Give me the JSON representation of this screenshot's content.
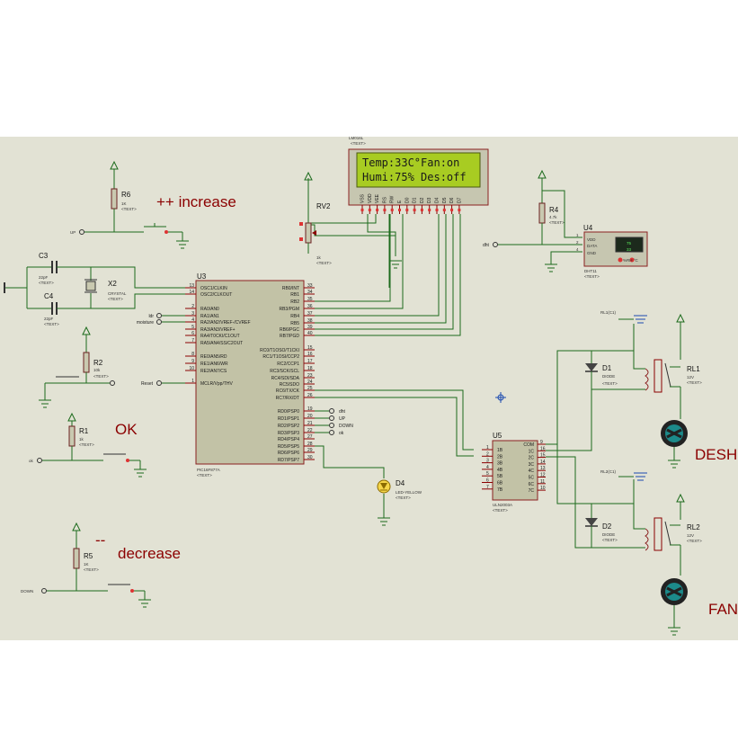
{
  "colors": {
    "sheet": "#e2e2d4",
    "wire": "#1c6b1c",
    "annotation": "#8b0000",
    "lcd": "#a8cc22"
  },
  "annotations": {
    "increase": "++ increase",
    "ok": "OK",
    "minus": "--",
    "decrease": "decrease",
    "deshu": "DESHU",
    "fan": "FAN"
  },
  "lcd": {
    "ref": "LM016L",
    "text": "<TEXT>",
    "line1": "Temp:33C°Fan:on",
    "line2": "Humi:75% Des:off",
    "pins": [
      "VSS",
      "VDD",
      "VEE",
      "RS",
      "RW",
      "E",
      "D0",
      "D1",
      "D2",
      "D3",
      "D4",
      "D5",
      "D6",
      "D7"
    ]
  },
  "rv2": {
    "ref": "RV2",
    "value": "1k",
    "text": "<TEXT>"
  },
  "r6": {
    "ref": "R6",
    "value": "1K",
    "text": "<TEXT>",
    "label": "UP"
  },
  "r2": {
    "ref": "R2",
    "value": "10k",
    "text": "<TEXT>"
  },
  "r1": {
    "ref": "R1",
    "value": "1k",
    "text": "<TEXT>",
    "label": "ok"
  },
  "r5": {
    "ref": "R5",
    "value": "1K",
    "text": "<TEXT>",
    "label": "DOWN"
  },
  "r4": {
    "ref": "R4",
    "value": "4.7k",
    "text": "<TEXT>"
  },
  "c3": {
    "ref": "C3",
    "value": "22pF",
    "text": "<TEXT>"
  },
  "c4": {
    "ref": "C4",
    "value": "22pF",
    "text": "<TEXT>"
  },
  "x2": {
    "ref": "X2",
    "value": "CRYSTAL",
    "text": "<TEXT>"
  },
  "u3": {
    "ref": "U3",
    "part": "PIC16F877A",
    "text": "<TEXT>",
    "left_pins": [
      {
        "n": "13",
        "name": "OSC1/CLKIN"
      },
      {
        "n": "14",
        "name": "OSC2/CLKOUT"
      },
      {
        "n": "2",
        "name": "RA0/AN0"
      },
      {
        "n": "3",
        "name": "RA1/AN1"
      },
      {
        "n": "4",
        "name": "RA2/AN2/VREF-/CVREF"
      },
      {
        "n": "5",
        "name": "RA3/AN3/VREF+"
      },
      {
        "n": "6",
        "name": "RA4/T0CKI/C1OUT"
      },
      {
        "n": "7",
        "name": "RA5/AN4/SS/C2OUT"
      },
      {
        "n": "8",
        "name": "RE0/AN5/RD"
      },
      {
        "n": "9",
        "name": "RE1/AN6/WR"
      },
      {
        "n": "10",
        "name": "RE2/AN7/CS"
      },
      {
        "n": "1",
        "name": "MCLR/Vpp/THV"
      }
    ],
    "right_pins": [
      {
        "n": "33",
        "name": "RB0/INT"
      },
      {
        "n": "34",
        "name": "RB1"
      },
      {
        "n": "35",
        "name": "RB2"
      },
      {
        "n": "36",
        "name": "RB3/PGM"
      },
      {
        "n": "37",
        "name": "RB4"
      },
      {
        "n": "38",
        "name": "RB5"
      },
      {
        "n": "39",
        "name": "RB6/PGC"
      },
      {
        "n": "40",
        "name": "RB7/PGD"
      },
      {
        "n": "15",
        "name": "RC0/T1OSO/T1CKI"
      },
      {
        "n": "16",
        "name": "RC1/T1OSI/CCP2"
      },
      {
        "n": "17",
        "name": "RC2/CCP1"
      },
      {
        "n": "18",
        "name": "RC3/SCK/SCL"
      },
      {
        "n": "23",
        "name": "RC4/SDI/SDA"
      },
      {
        "n": "24",
        "name": "RC5/SDO"
      },
      {
        "n": "25",
        "name": "RC6/TX/CK"
      },
      {
        "n": "26",
        "name": "RC7/RX/DT"
      },
      {
        "n": "19",
        "name": "RD0/PSP0"
      },
      {
        "n": "20",
        "name": "RD1/PSP1"
      },
      {
        "n": "21",
        "name": "RD2/PSP2"
      },
      {
        "n": "22",
        "name": "RD3/PSP3"
      },
      {
        "n": "27",
        "name": "RD4/PSP4"
      },
      {
        "n": "28",
        "name": "RD5/PSP5"
      },
      {
        "n": "29",
        "name": "RD6/PSP6"
      },
      {
        "n": "30",
        "name": "RD7/PSP7"
      }
    ]
  },
  "net_labels": {
    "ldr": "ldr",
    "moisture": "moisture",
    "reset": "Reset",
    "dht": "dht",
    "up": "UP",
    "down": "DOWN",
    "ok": "ok",
    "dht_in": "dht"
  },
  "u4": {
    "ref": "U4",
    "part": "DHT11",
    "text": "<TEXT>",
    "pins": [
      {
        "n": "1",
        "name": "VDD"
      },
      {
        "n": "2",
        "name": "DATA"
      },
      {
        "n": "4",
        "name": "GND"
      }
    ],
    "readout1": "75",
    "readout2": "33",
    "buttons": "%RH   °C"
  },
  "d4": {
    "ref": "D4",
    "part": "LED-YELLOW",
    "text": "<TEXT>"
  },
  "u5": {
    "ref": "U5",
    "part": "ULN2003A",
    "text": "<TEXT>",
    "left_pins": [
      {
        "n": "1",
        "name": "1B"
      },
      {
        "n": "2",
        "name": "2B"
      },
      {
        "n": "3",
        "name": "3B"
      },
      {
        "n": "4",
        "name": "4B"
      },
      {
        "n": "5",
        "name": "5B"
      },
      {
        "n": "6",
        "name": "6B"
      },
      {
        "n": "7",
        "name": "7B"
      }
    ],
    "right_pins": [
      {
        "n": "9",
        "name": "COM"
      },
      {
        "n": "16",
        "name": "1C"
      },
      {
        "n": "15",
        "name": "2C"
      },
      {
        "n": "14",
        "name": "3C"
      },
      {
        "n": "13",
        "name": "4C"
      },
      {
        "n": "12",
        "name": "5C"
      },
      {
        "n": "11",
        "name": "6C"
      },
      {
        "n": "10",
        "name": "7C"
      }
    ]
  },
  "d1": {
    "ref": "D1",
    "part": "DIODE",
    "text": "<TEXT>"
  },
  "d2": {
    "ref": "D2",
    "part": "DIODE",
    "text": "<TEXT>"
  },
  "rl1": {
    "ref": "RL1",
    "value": "12V",
    "text": "<TEXT>",
    "coil_label": "RL1(C1)"
  },
  "rl2": {
    "ref": "RL2",
    "value": "12V",
    "text": "<TEXT>",
    "coil_label": "RL2(C1)"
  }
}
